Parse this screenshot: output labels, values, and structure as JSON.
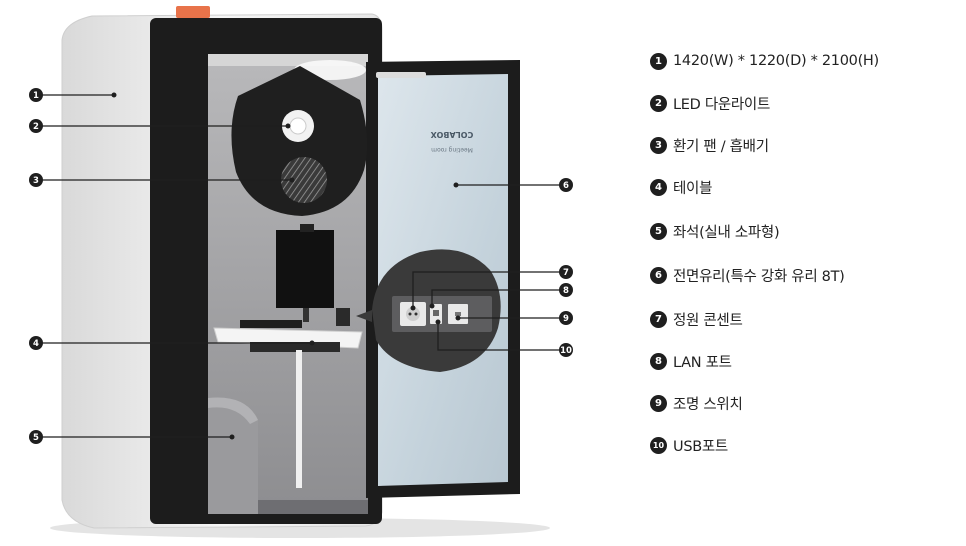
{
  "diagram": {
    "door_brand": "COLABOX",
    "door_subtitle": "Meeting room"
  },
  "legend": [
    {
      "num": "1",
      "text": "1420(W) * 1220(D) * 2100(H)"
    },
    {
      "num": "2",
      "text": "LED 다운라이트"
    },
    {
      "num": "3",
      "text": "환기 팬 / 흡배기"
    },
    {
      "num": "4",
      "text": "테이블"
    },
    {
      "num": "5",
      "text": "좌석(실내 소파형)"
    },
    {
      "num": "6",
      "text": "전면유리(특수 강화 유리 8T)"
    },
    {
      "num": "7",
      "text": "정원 콘센트"
    },
    {
      "num": "8",
      "text": "LAN 포트"
    },
    {
      "num": "9",
      "text": "조명 스위치"
    },
    {
      "num": "10",
      "text": "USB포트"
    }
  ],
  "colors": {
    "frame": "#1c1c1c",
    "shell": "#f1f1f1",
    "interior": "#9a9a9c",
    "glass": "#c9d6df",
    "zoom": "#3c3c3c",
    "accent_light": "#e8734a"
  }
}
